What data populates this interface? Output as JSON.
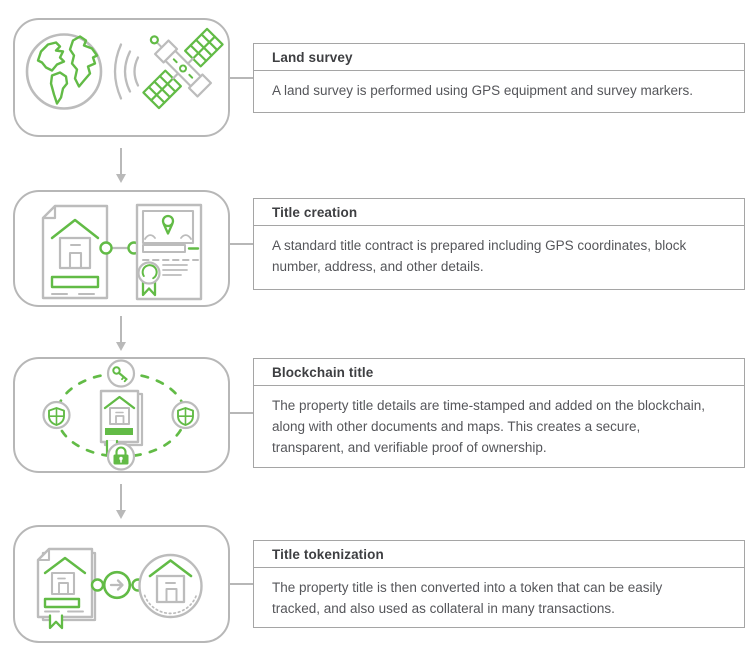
{
  "diagram": {
    "colors": {
      "green": "#62bb46",
      "icon-gray": "#bcbcbc",
      "box-border": "#b7b7b7",
      "panel-border": "#a5a5a5",
      "text-heading": "#3e3f42",
      "text-body": "#55565a",
      "arrow-gray": "#b9b9b9"
    },
    "steps": [
      {
        "icon": "globe-satellite-icon",
        "title": "Land survey",
        "description": "A land survey is performed using GPS equipment and survey markers."
      },
      {
        "icon": "title-documents-icon",
        "title": "Title creation",
        "description": "A standard title contract is prepared including GPS coordinates, block number, address, and other details."
      },
      {
        "icon": "blockchain-shield-lock-key-icon",
        "title": "Blockchain title",
        "description": "The property title details are time-stamped and added on the blockchain, along with other documents and maps. This creates a secure, transparent, and verifiable proof of ownership."
      },
      {
        "icon": "title-to-token-icon",
        "title": "Title tokenization",
        "description": "The property title is then converted into a token that can be easily tracked, and also used as collateral in many transactions."
      }
    ]
  }
}
